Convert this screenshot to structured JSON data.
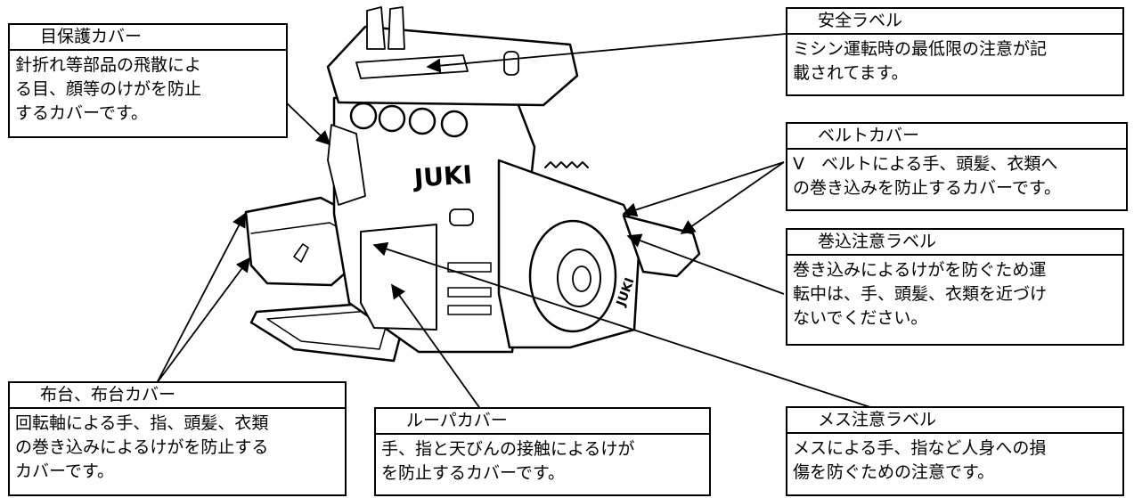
{
  "diagram": {
    "callouts": [
      {
        "key": "eye-guard",
        "title": "目保護カバー",
        "body": "針折れ等部品の飛散によ\nる目、顔等のけがを防止\nするカバーです。"
      },
      {
        "key": "safety-label",
        "title": "安全ラベル",
        "body": "ミシン運転時の最低限の注意が記\n載されてます。"
      },
      {
        "key": "belt-cover",
        "title": "ベルトカバー",
        "body": "V　ベルトによる手、頭髪、衣類へ\nの巻き込みを防止するカバーです。"
      },
      {
        "key": "winding-label",
        "title": "巻込注意ラベル",
        "body": "巻き込みによるけがを防ぐため運\n転中は、手、頭髪、衣類を近づけ\nないでください。"
      },
      {
        "key": "cloth-plate",
        "title": "布台、布台カバー",
        "body": "回転軸による手、指、頭髪、衣類\nの巻き込みによるけがを防止する\nカバーです。"
      },
      {
        "key": "looper-cover",
        "title": "ルーパカバー",
        "body": "手、指と天びんの接触によるけが\nを防止するカバーです。"
      },
      {
        "key": "knife-label",
        "title": "メス注意ラベル",
        "body": "メスによる手、指など人身への損\n傷を防ぐための注意です。"
      }
    ],
    "machine": {
      "brand_front": "JUKI",
      "brand_pulley": "JUKI"
    }
  }
}
